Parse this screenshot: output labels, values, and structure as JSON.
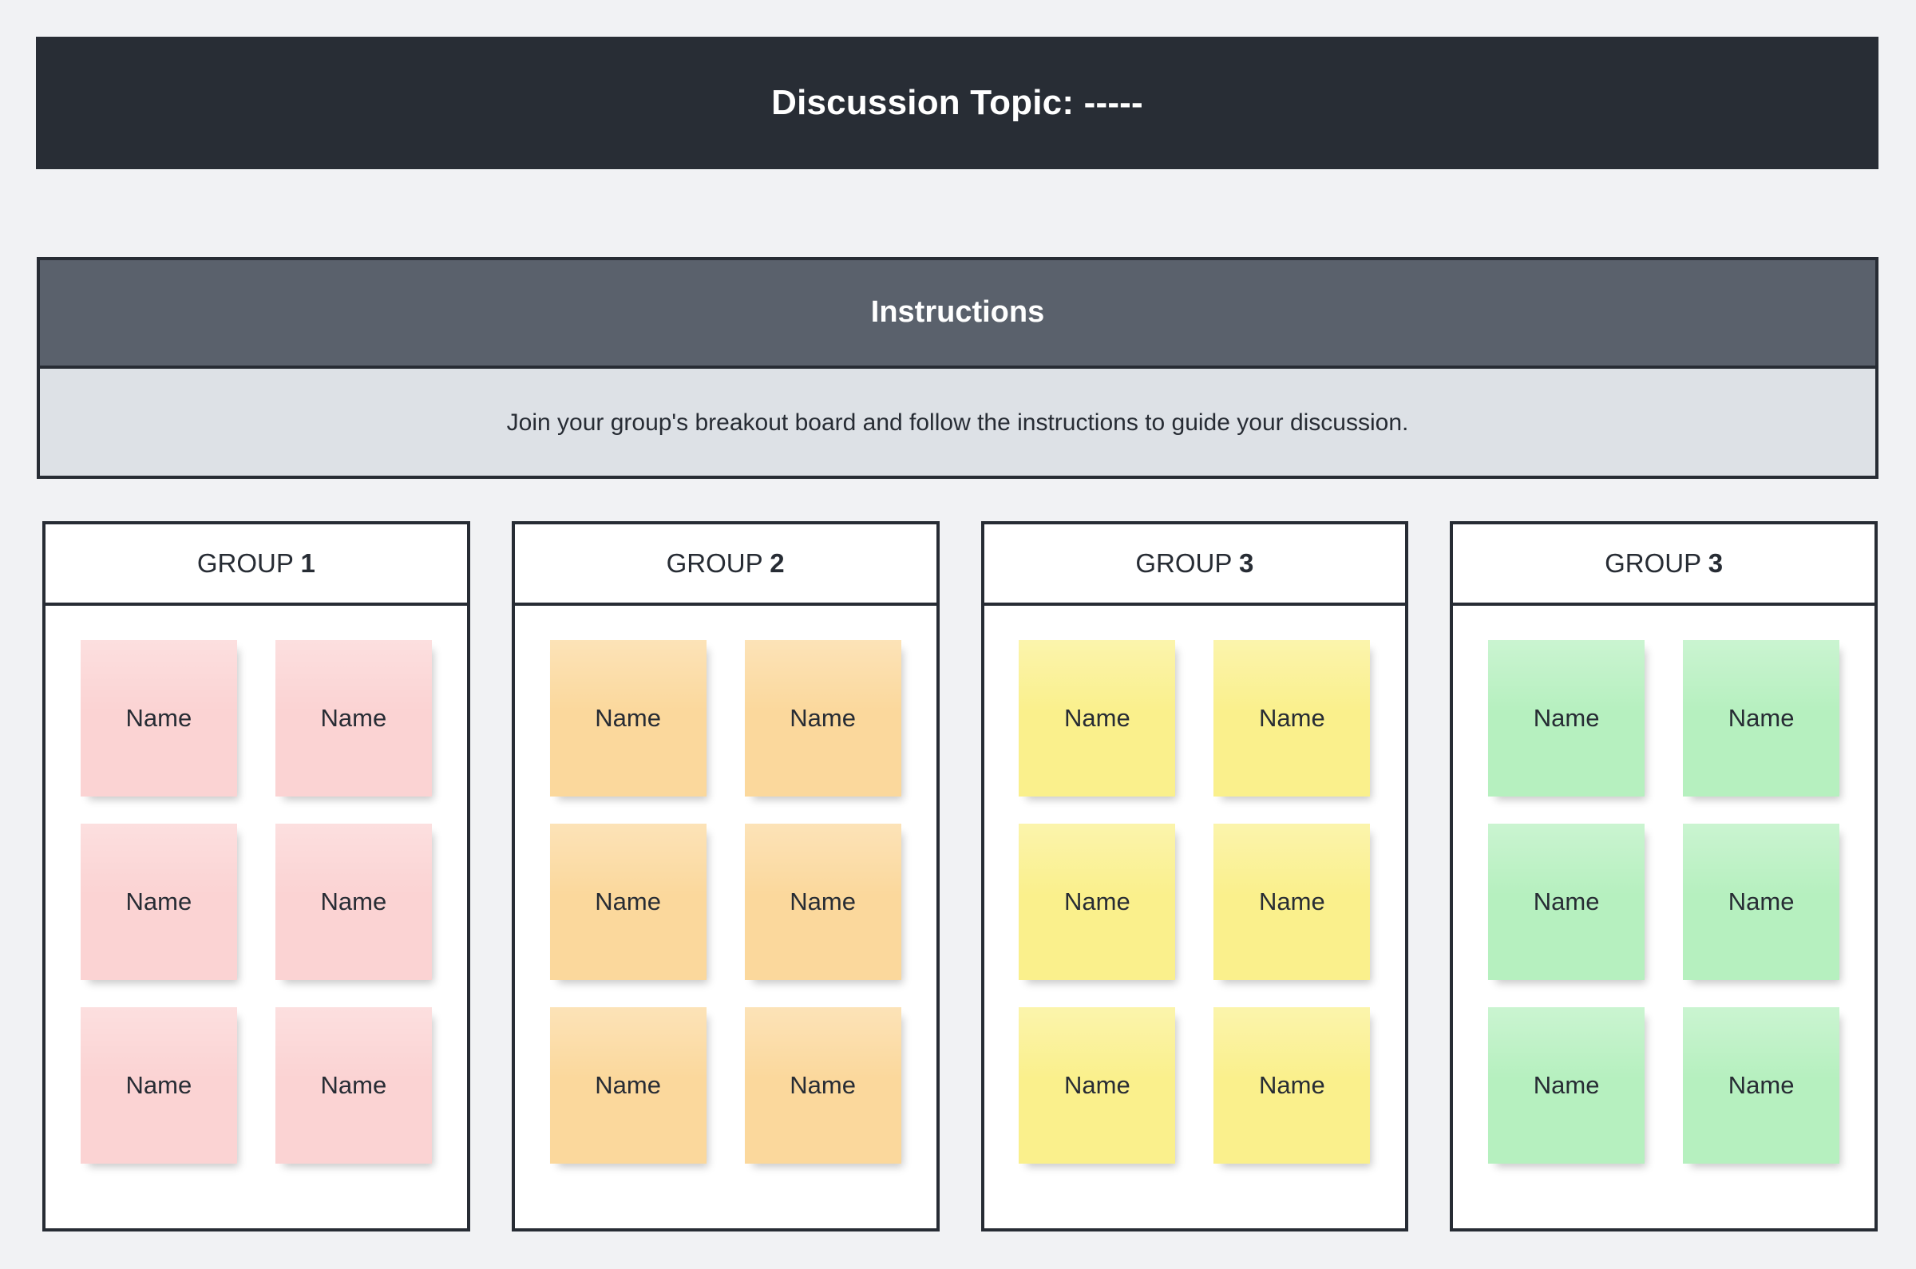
{
  "colors": {
    "page_background": "#f1f2f4",
    "banner_dark": "#282d35",
    "instructions_header": "#5a616c",
    "instructions_body": "#dde1e6",
    "border_dark": "#272c34",
    "text_dark": "#272c34",
    "text_light": "#ffffff",
    "note_pink": "#fbd3d3",
    "note_orange": "#fbd89c",
    "note_yellow": "#faf08c",
    "note_green": "#b6f0bf"
  },
  "banner": {
    "title": "Discussion Topic: -----"
  },
  "instructions": {
    "header": "Instructions",
    "body": "Join your group's breakout board and follow the instructions to guide your discussion."
  },
  "groups": [
    {
      "label_prefix": "GROUP ",
      "number": "1",
      "color": "#fbd3d3",
      "notes": [
        {
          "label": "Name"
        },
        {
          "label": "Name"
        },
        {
          "label": "Name"
        },
        {
          "label": "Name"
        },
        {
          "label": "Name"
        },
        {
          "label": "Name"
        }
      ]
    },
    {
      "label_prefix": "GROUP ",
      "number": "2",
      "color": "#fbd89c",
      "notes": [
        {
          "label": "Name"
        },
        {
          "label": "Name"
        },
        {
          "label": "Name"
        },
        {
          "label": "Name"
        },
        {
          "label": "Name"
        },
        {
          "label": "Name"
        }
      ]
    },
    {
      "label_prefix": "GROUP ",
      "number": "3",
      "color": "#faf08c",
      "notes": [
        {
          "label": "Name"
        },
        {
          "label": "Name"
        },
        {
          "label": "Name"
        },
        {
          "label": "Name"
        },
        {
          "label": "Name"
        },
        {
          "label": "Name"
        }
      ]
    },
    {
      "label_prefix": "GROUP ",
      "number": "3",
      "color": "#b6f0bf",
      "notes": [
        {
          "label": "Name"
        },
        {
          "label": "Name"
        },
        {
          "label": "Name"
        },
        {
          "label": "Name"
        },
        {
          "label": "Name"
        },
        {
          "label": "Name"
        }
      ]
    }
  ]
}
